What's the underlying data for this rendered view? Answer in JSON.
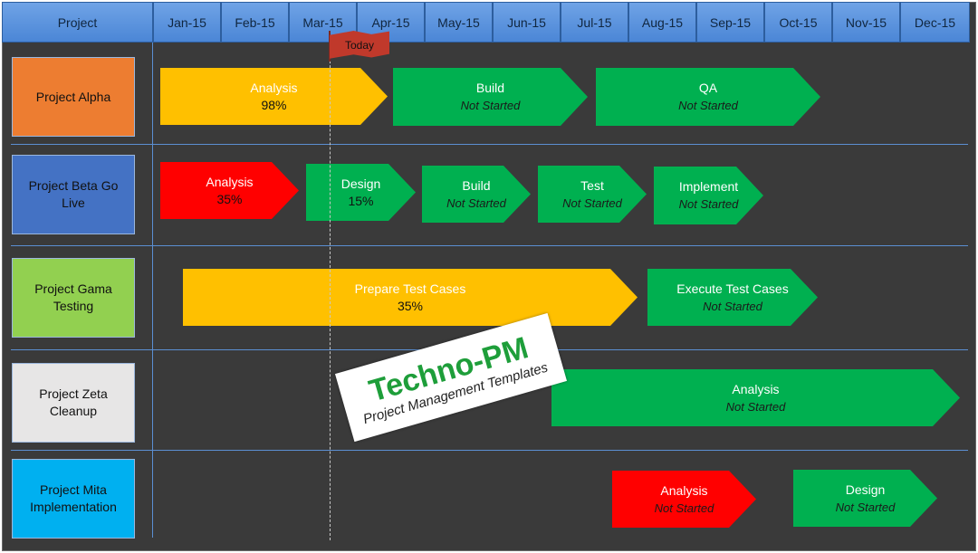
{
  "header": {
    "project_label": "Project",
    "months": [
      "Jan-15",
      "Feb-15",
      "Mar-15",
      "Apr-15",
      "May-15",
      "Jun-15",
      "Jul-15",
      "Aug-15",
      "Sep-15",
      "Oct-15",
      "Nov-15",
      "Dec-15"
    ]
  },
  "today_label": "Today",
  "watermark": {
    "title": "Techno-PM",
    "subtitle": "Project Management Templates"
  },
  "colors": {
    "on_track": "#00b050",
    "in_progress": "#ffc000",
    "at_risk": "#ff0000",
    "today_flag": "#c0392b"
  },
  "projects": [
    {
      "name": "Project Alpha",
      "color": "#ed7d31",
      "tasks": [
        {
          "name": "Analysis",
          "status": "98%"
        },
        {
          "name": "Build",
          "status": "Not Started"
        },
        {
          "name": "QA",
          "status": "Not Started"
        }
      ]
    },
    {
      "name": "Project Beta Go Live",
      "color": "#4472c4",
      "tasks": [
        {
          "name": "Analysis",
          "status": "35%"
        },
        {
          "name": "Design",
          "status": "15%"
        },
        {
          "name": "Build",
          "status": "Not Started"
        },
        {
          "name": "Test",
          "status": "Not Started"
        },
        {
          "name": "Implement",
          "status": "Not Started"
        }
      ]
    },
    {
      "name": "Project Gama Testing",
      "color": "#92d050",
      "tasks": [
        {
          "name": "Prepare Test Cases",
          "status": "35%"
        },
        {
          "name": "Execute Test Cases",
          "status": "Not Started"
        }
      ]
    },
    {
      "name": "Project Zeta Cleanup",
      "color": "#e7e6e6",
      "tasks": [
        {
          "name": "Analysis",
          "status": "Not Started"
        }
      ]
    },
    {
      "name": "Project Mita Implementation",
      "color": "#00b0f0",
      "tasks": [
        {
          "name": "Analysis",
          "status": "Not Started"
        },
        {
          "name": "Design",
          "status": "Not Started"
        }
      ]
    }
  ]
}
